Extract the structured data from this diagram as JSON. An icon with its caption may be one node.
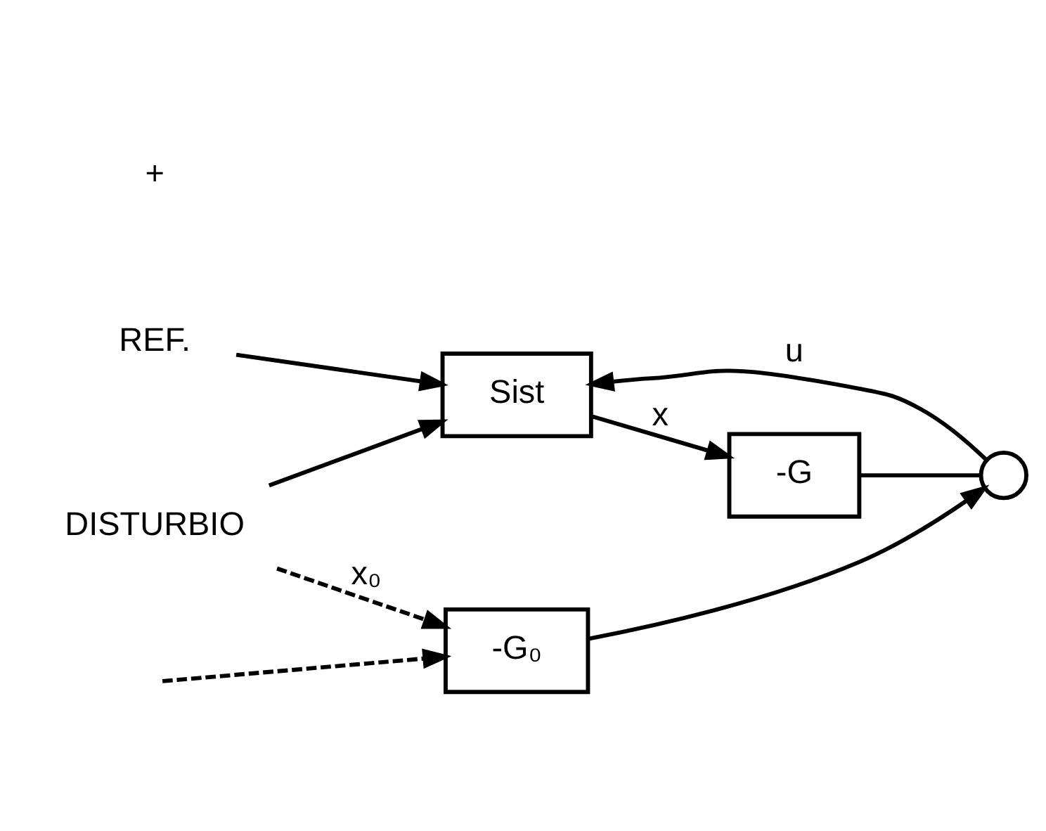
{
  "diagram": {
    "nodes": [
      {
        "text": [
          "REF."
        ]
      },
      {
        "text": [
          "DISTURBIO"
        ]
      },
      {
        "text": [],
        "shape": "circle"
      },
      {
        "text": [
          "Sist"
        ]
      },
      {
        "text": [
          "-G"
        ]
      },
      {
        "text": [
          "-G₀"
        ]
      }
    ],
    "edges": [
      {
        "from": 0,
        "to": 3,
        "arrow": "to"
      },
      {
        "from": 1,
        "to": 3,
        "arrow": "to"
      },
      {
        "from": 2,
        "to": 3,
        "arrow": "to",
        "label": "u"
      },
      {
        "from": 3,
        "to": 4,
        "arrow": "to",
        "label": "x"
      },
      {
        "from": 4,
        "to": 2,
        "arrow": "none"
      },
      {
        "from": 5,
        "to": 2,
        "arrow": "to"
      },
      {
        "from": 1,
        "to": 5,
        "arrow": "to",
        "style": "dashed",
        "label": "x₀"
      },
      {
        "from": null,
        "to": 5,
        "arrow": "to",
        "style": "dashed"
      }
    ],
    "labels": [
      "+"
    ]
  }
}
